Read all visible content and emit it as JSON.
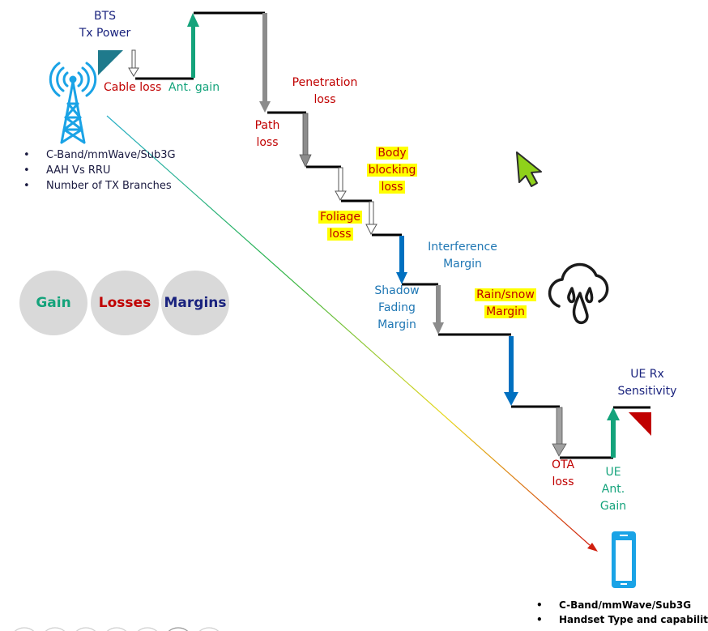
{
  "labels": {
    "bts_tx_power": [
      "BTS",
      "Tx Power"
    ],
    "cable_loss": "Cable loss",
    "ant_gain": "Ant. gain",
    "penetration_loss": [
      "Penetration",
      "loss"
    ],
    "path_loss": [
      "Path",
      "loss"
    ],
    "body_blocking_loss": [
      "Body",
      "blocking",
      "loss"
    ],
    "foliage_loss": [
      "Foliage",
      "loss"
    ],
    "interference_margin": [
      "Interference",
      "Margin"
    ],
    "shadow_fading_margin": [
      "Shadow",
      "Fading",
      "Margin"
    ],
    "rain_snow_margin": [
      "Rain/snow",
      "Margin"
    ],
    "ue_rx_sensitivity": [
      "UE Rx",
      "Sensitivity"
    ],
    "ota_loss": [
      "OTA",
      "loss"
    ],
    "ue_ant_gain": [
      "UE",
      "Ant.",
      "Gain"
    ]
  },
  "legend": {
    "gain": "Gain",
    "losses": "Losses",
    "margins": "Margins"
  },
  "bts_bullets": [
    "C-Band/mmWave/Sub3G",
    "AAH Vs RRU",
    "Number of TX Branches"
  ],
  "ue_bullets": [
    "C-Band/mmWave/Sub3G",
    "Handset Type and capability"
  ],
  "colors": {
    "loss": "#c00000",
    "gain": "#14a37b",
    "margin": "#1f77b4",
    "loss_arrow": "#8c8c8c",
    "margin_arrow": "#0070c0",
    "highlight": "#ffff00"
  },
  "icons": [
    "cell-tower-icon",
    "cursor-icon",
    "rain-cloud-icon",
    "smartphone-icon"
  ]
}
